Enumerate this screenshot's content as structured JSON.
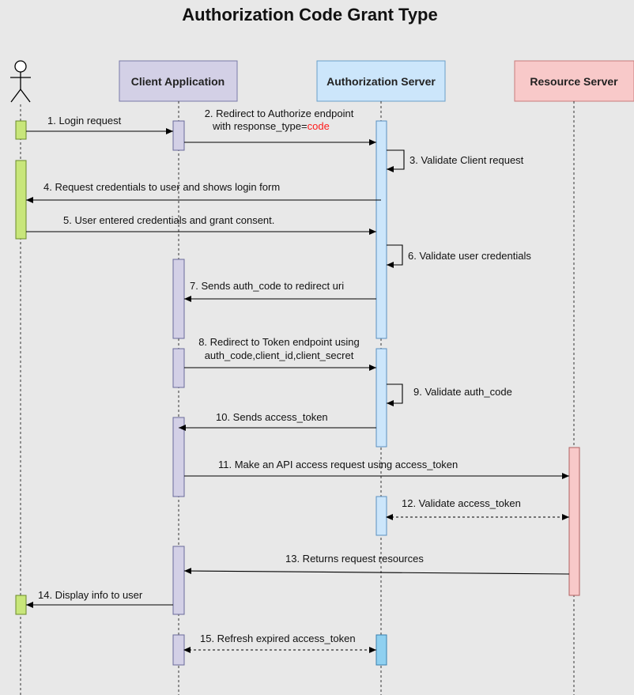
{
  "title": "Authorization Code Grant Type",
  "participants": {
    "client": "Client Application",
    "auth": "Authorization Server",
    "resource": "Resource Server"
  },
  "colors": {
    "user_activation": "#c8e67a",
    "client_fill": "#d3d0e6",
    "auth_fill": "#cce6fb",
    "auth_highlight": "#8fd0f0",
    "resource_fill": "#f8c9c9",
    "code_text": "#ff1a1a"
  },
  "messages": {
    "m1": "1. Login request",
    "m2_line1": "2. Redirect to Authorize endpoint",
    "m2_line2": "with response_type=",
    "m2_code": "code",
    "m3": "3. Validate Client request",
    "m4": "4.  Request credentials to user and shows login form",
    "m5": "5. User entered credentials and grant consent.",
    "m6": "6. Validate user credentials",
    "m7": "7. Sends auth_code to redirect uri",
    "m8_line1": "8. Redirect to Token endpoint using",
    "m8_line2": "auth_code,client_id,client_secret",
    "m9": "9. Validate auth_code",
    "m10": "10. Sends access_token",
    "m11": "11. Make an API access request using access_token",
    "m12": "12. Validate access_token",
    "m13": "13. Returns request resources",
    "m14": "14. Display info to user",
    "m15": "15. Refresh expired access_token"
  }
}
